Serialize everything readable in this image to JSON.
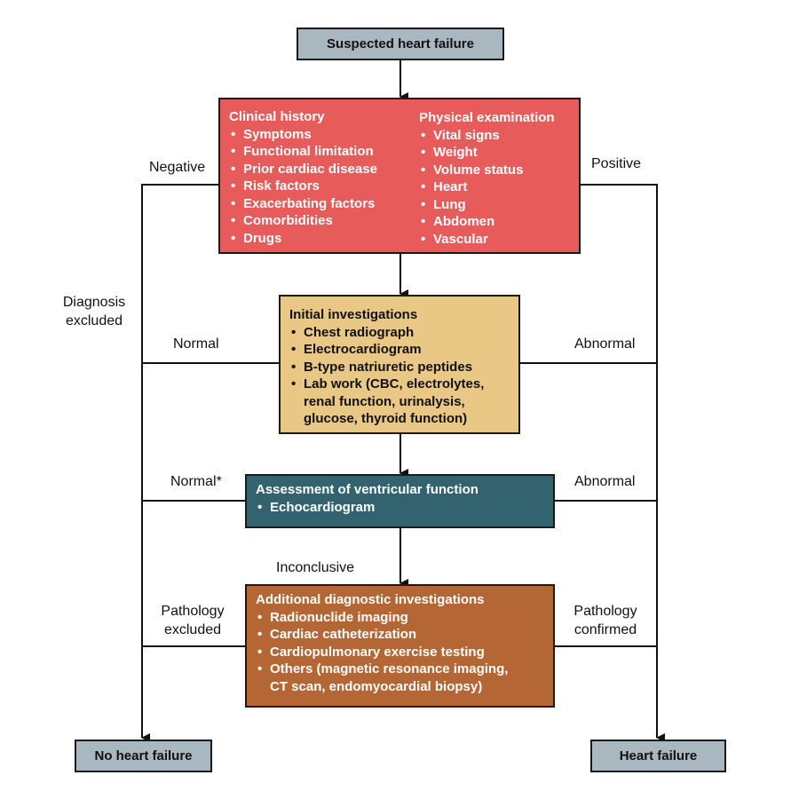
{
  "diagram": {
    "title_node": {
      "label": "Suspected heart failure"
    },
    "clinical_box": {
      "left_heading": "Clinical history",
      "left_items": [
        "Symptoms",
        "Functional limitation",
        "Prior cardiac disease",
        "Risk factors",
        "Exacerbating factors",
        "Comorbidities",
        "Drugs"
      ],
      "right_heading": "Physical examination",
      "right_items": [
        "Vital signs",
        "Weight",
        "Volume status",
        "Heart",
        "Lung",
        "Abdomen",
        "Vascular"
      ]
    },
    "initial_box": {
      "heading": "Initial investigations",
      "items": [
        "Chest radiograph",
        "Electrocardiogram",
        "B-type natriuretic peptides"
      ],
      "lab_item_lines": [
        "Lab work (CBC, electrolytes,",
        "renal function, urinalysis,",
        "glucose, thyroid function)"
      ]
    },
    "ventricular_box": {
      "heading": "Assessment of ventricular function",
      "items": [
        "Echocardiogram"
      ]
    },
    "additional_box": {
      "heading": "Additional diagnostic investigations",
      "items": [
        "Radionuclide imaging",
        "Cardiac catheterization",
        "Cardiopulmonary exercise testing"
      ],
      "others_lines": [
        "Others (magnetic resonance imaging,",
        "CT scan, endomyocardial biopsy)"
      ]
    },
    "outcome_left": {
      "label": "No heart failure"
    },
    "outcome_right": {
      "label": "Heart failure"
    },
    "edge_labels": {
      "negative": "Negative",
      "positive": "Positive",
      "diagnosis_excluded": [
        "Diagnosis",
        "excluded"
      ],
      "normal_1": "Normal",
      "abnormal_1": "Abnormal",
      "normal_2": "Normal*",
      "abnormal_2": "Abnormal",
      "inconclusive": "Inconclusive",
      "pathology_excluded": [
        "Pathology",
        "excluded"
      ],
      "pathology_confirmed": [
        "Pathology",
        "confirmed"
      ]
    },
    "colors": {
      "terminal": "#a9b7c1",
      "clinical": "#e85b5b",
      "initial": "#e9c784",
      "ventricular": "#33636e",
      "additional": "#b46634",
      "line": "#1a1a1a"
    }
  }
}
